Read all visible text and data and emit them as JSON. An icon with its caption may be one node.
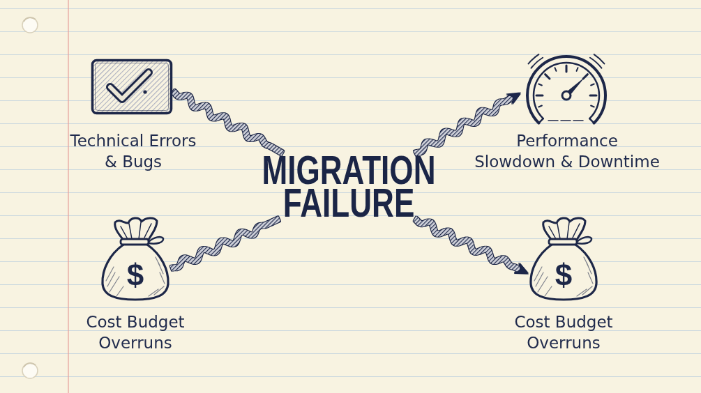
{
  "diagram": {
    "nodes": [
      {
        "text": [],
        "shape": "picture",
        "beside": [
          "Technical Errors & Bugs"
        ]
      },
      {
        "text": [],
        "shape": "picture",
        "beside": [
          "Performance Slowdown & Downtime"
        ]
      },
      {
        "text": [
          "MIGRATION FAILURE"
        ]
      },
      {
        "text": [
          "$"
        ],
        "beside": [
          "Cost Budget Overruns"
        ]
      },
      {
        "text": [
          "$"
        ],
        "beside": [
          "Cost Budget Overruns"
        ]
      }
    ],
    "edges": [
      {
        "from": 0,
        "to": 2,
        "arrow": "none"
      },
      {
        "from": 2,
        "to": 1,
        "arrow": "to"
      },
      {
        "from": 3,
        "to": 2,
        "arrow": "none"
      },
      {
        "from": 2,
        "to": 4,
        "arrow": "to"
      }
    ]
  }
}
